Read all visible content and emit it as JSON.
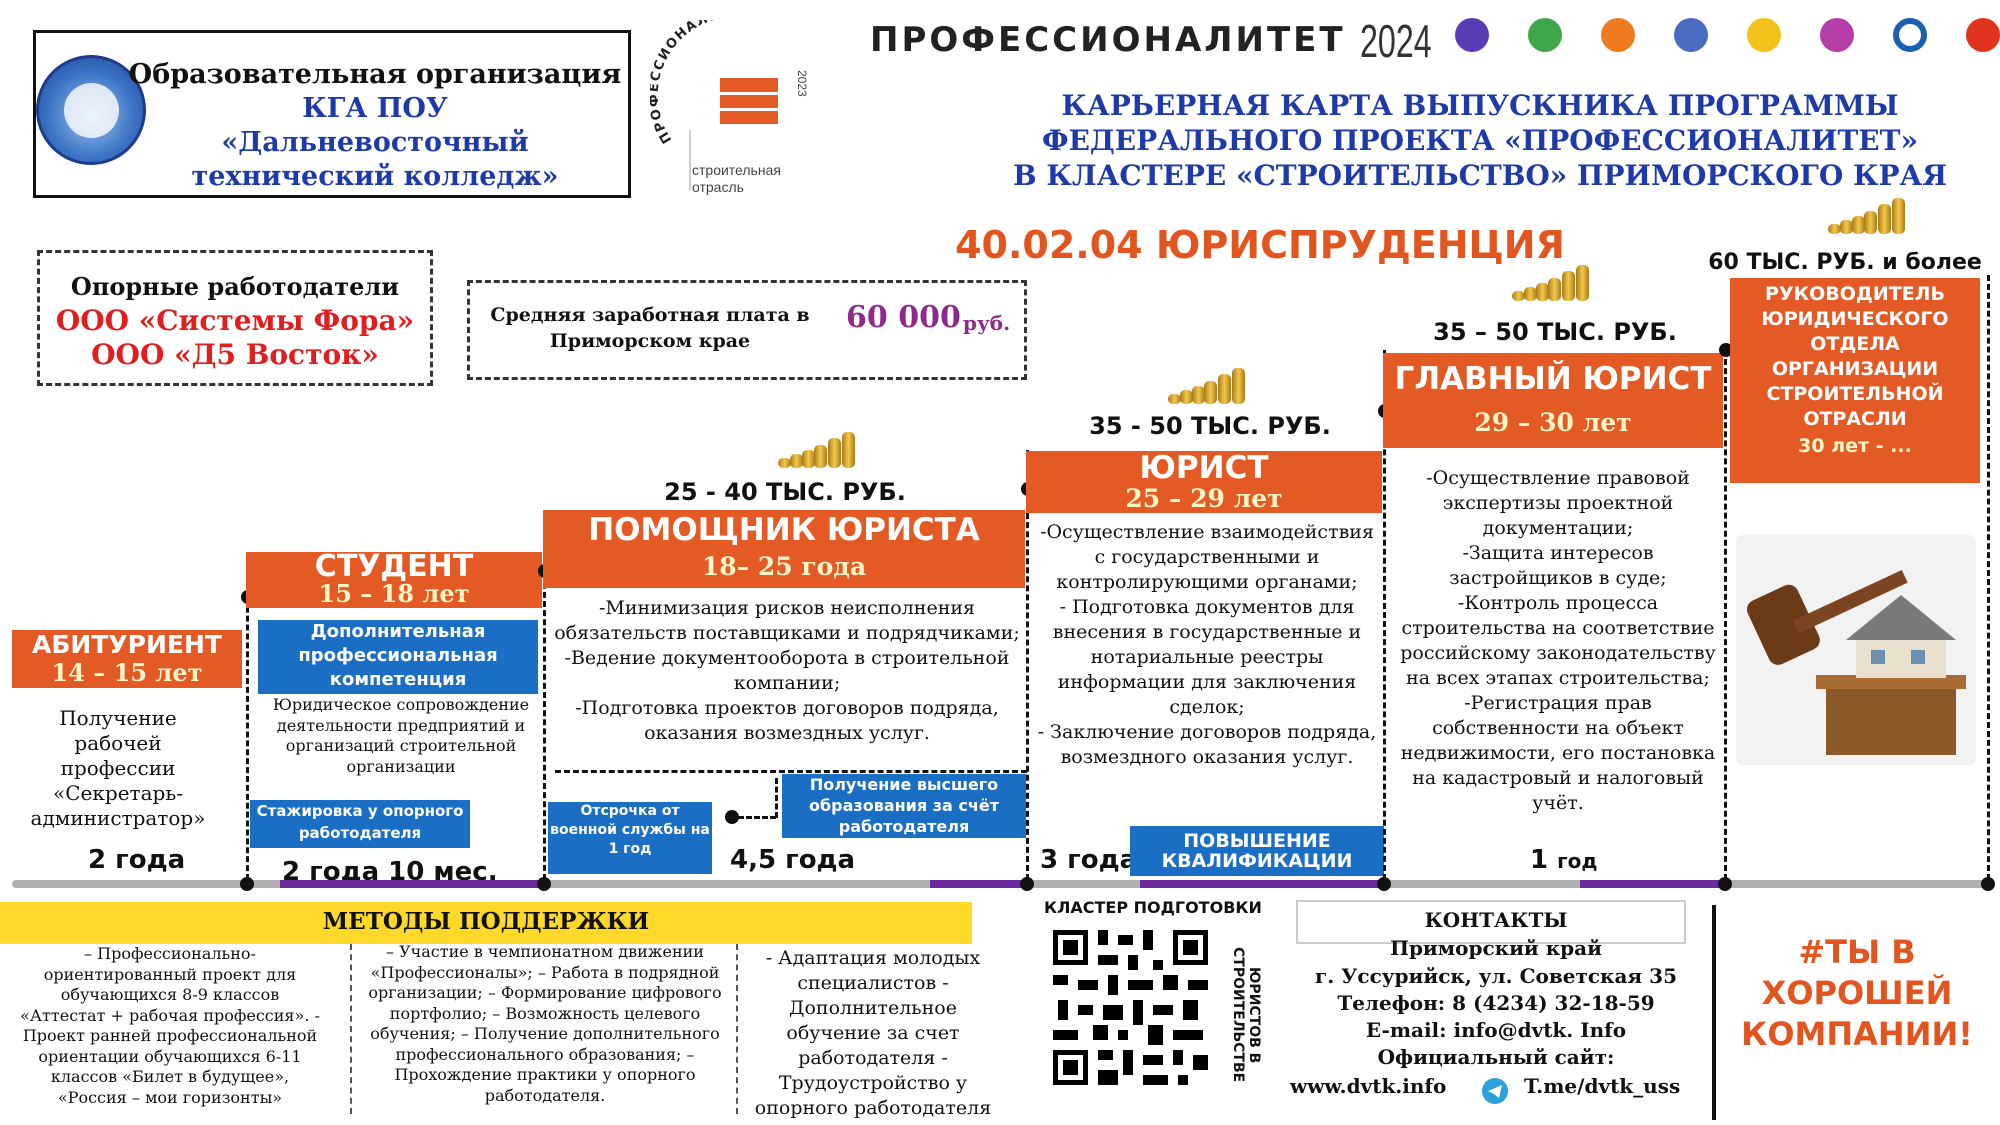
{
  "org": {
    "line1": "Образовательная организация",
    "line2": "КГА ПОУ",
    "line3": "«Дальневосточный",
    "line4": "технический колледж»"
  },
  "pro_logo": {
    "arc_text": "ПРОФЕССИОНАЛИТЕТ",
    "year": "2023",
    "sub1": "строительная",
    "sub2": "отрасль"
  },
  "brand": {
    "title": "ПРОФЕССИОНАЛИТЕТ",
    "year": "2024",
    "icons": [
      "#5a3db5",
      "#3fa64a",
      "#f07a1e",
      "#4a6cc0",
      "#f2c21b",
      "#b43da8",
      "#1b5fb0",
      "#e2331f"
    ]
  },
  "header": {
    "line1": "КАРЬЕРНАЯ КАРТА ВЫПУСКНИКА ПРОГРАММЫ",
    "line2": "ФЕДЕРАЛЬНОГО ПРОЕКТА «ПРОФЕССИОНАЛИТЕТ»",
    "line3": "В КЛАСТЕРЕ «СТРОИТЕЛЬСТВО» ПРИМОРСКОГО КРАЯ",
    "specialty": "40.02.04 ЮРИСПРУДЕНЦИЯ"
  },
  "employers": {
    "title": "Опорные работодатели",
    "e1": "ООО «Системы Фора»",
    "e2": "ООО «Д5 Восток»"
  },
  "salary_box": {
    "label": "Средняя заработная плата в Приморском крае",
    "value": "60 000",
    "unit": "руб."
  },
  "stages": {
    "s1": {
      "name": "АБИТУРИЕНТ",
      "age": "14 – 15 лет",
      "desc": "Получение рабочей профессии «Секретарь-администратор»",
      "duration": "2 года"
    },
    "s2": {
      "name": "СТУДЕНТ",
      "age": "15 – 18 лет",
      "competence": "Дополнительная профессиональная компетенция",
      "desc": "Юридическое сопровождение деятельности предприятий и организаций строительной организации",
      "internship": "Стажировка у опорного работодателя",
      "duration": "2 года 10 мес."
    },
    "s3": {
      "salary": "25 - 40 ТЫС. РУБ.",
      "name": "ПОМОЩНИК ЮРИСТА",
      "age": "18– 25 года",
      "desc1": "-Минимизация рисков неисполнения обязательств поставщиками и подрядчиками;",
      "desc2": "-Ведение документооборота в строительной компании;",
      "desc3": "-Подготовка проектов договоров подряда, оказания возмездных услуг.",
      "deferral": "Отсрочка от военной службы на 1 год",
      "higher_edu": "Получение высшего образования за счёт работодателя",
      "duration": "4,5 года"
    },
    "s4": {
      "salary": "35 - 50 ТЫС. РУБ.",
      "name": "ЮРИСТ",
      "age": "25 – 29 лет",
      "desc1": "-Осуществление взаимодействия с государственными и контролирующими органами;",
      "desc2": "- Подготовка документов для внесения в государственные и нотариальные реестры информации для заключения сделок;",
      "desc3": "- Заключение договоров подряда, возмездного оказания услуг.",
      "qualification": "ПОВЫШЕНИЕ КВАЛИФИКАЦИИ",
      "duration": "3 года"
    },
    "s5": {
      "salary": "35 – 50 ТЫС. РУБ.",
      "name": "ГЛАВНЫЙ ЮРИСТ",
      "age": "29 – 30 лет",
      "desc1": "-Осуществление правовой экспертизы проектной документации;",
      "desc2": "-Защита интересов застройщиков в суде;",
      "desc3": "-Контроль процесса строительства на соответствие российскому законодательству на всех этапах строительства;",
      "desc4": "-Регистрация прав собственности на объект недвижимости, его постановка на кадастровый и налоговый учёт.",
      "duration": "1",
      "duration_unit": "год"
    },
    "s6": {
      "salary": "60 ТЫС. РУБ. и более",
      "name": "РУКОВОДИТЕЛЬ ЮРИДИЧЕСКОГО ОТДЕЛА ОРГАНИЗАЦИИ СТРОИТЕЛЬНОЙ ОТРАСЛИ",
      "age": "30 лет - ..."
    }
  },
  "methods": {
    "title": "МЕТОДЫ ПОДДЕРЖКИ",
    "col1": "– Профессионально-ориентированный проект для обучающихся 8-9 классов «Аттестат + рабочая профессия». - Проект ранней профессиональной ориентации обучающихся 6-11 классов «Билет в будущее», «Россия – мои горизонты»",
    "col2": "– Участие в чемпионатном движении «Профессионалы»; – Работа в подрядной организации; – Формирование цифрового портфолио; – Возможность целевого обучения; – Получение дополнительного профессионального образования; – Прохождение практики у опорного работодателя.",
    "col3": "- Адаптация молодых специалистов - Дополнительное обучение за счет работодателя - Трудоустройство у опорного работодателя"
  },
  "qr": {
    "title": "КЛАСТЕР ПОДГОТОВКИ",
    "side": "ЮРИСТОВ В СТРОИТЕЛЬСТВЕ"
  },
  "contacts": {
    "title": "КОНТАКТЫ",
    "region": "Приморский край",
    "address": "г. Уссурийск, ул. Советская 35",
    "phone": "Телефон: 8 (4234) 32-18-59",
    "email": "E-mail: info@dvtk. Info",
    "site_label": "Официальный сайт:",
    "site": "www.dvtk.info",
    "tg": "T.me/dvtk_uss"
  },
  "slogan": "#ТЫ В ХОРОШЕЙ КОМПАНИИ!"
}
